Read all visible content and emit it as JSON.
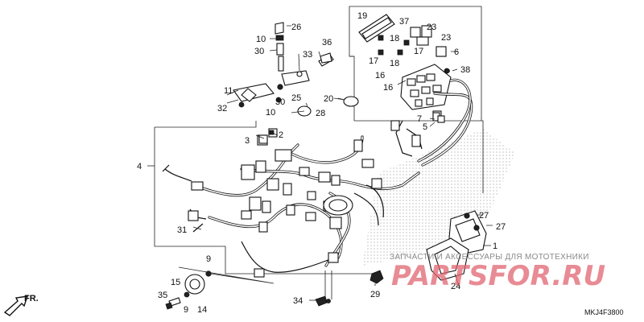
{
  "diagram": {
    "callouts": [
      {
        "id": "1",
        "text": "1"
      },
      {
        "id": "2",
        "text": "2"
      },
      {
        "id": "3",
        "text": "3"
      },
      {
        "id": "4",
        "text": "4"
      },
      {
        "id": "5",
        "text": "5"
      },
      {
        "id": "6",
        "text": "6"
      },
      {
        "id": "7",
        "text": "7"
      },
      {
        "id": "9a",
        "text": "9"
      },
      {
        "id": "9b",
        "text": "9"
      },
      {
        "id": "10a",
        "text": "10"
      },
      {
        "id": "10b",
        "text": "10"
      },
      {
        "id": "11",
        "text": "11"
      },
      {
        "id": "14",
        "text": "14"
      },
      {
        "id": "15",
        "text": "15"
      },
      {
        "id": "16a",
        "text": "16"
      },
      {
        "id": "16b",
        "text": "16"
      },
      {
        "id": "17a",
        "text": "17"
      },
      {
        "id": "17b",
        "text": "17"
      },
      {
        "id": "18a",
        "text": "18"
      },
      {
        "id": "18b",
        "text": "18"
      },
      {
        "id": "19",
        "text": "19"
      },
      {
        "id": "20",
        "text": "20"
      },
      {
        "id": "23a",
        "text": "23"
      },
      {
        "id": "23b",
        "text": "23"
      },
      {
        "id": "24",
        "text": "24"
      },
      {
        "id": "25",
        "text": "25"
      },
      {
        "id": "26",
        "text": "26"
      },
      {
        "id": "27a",
        "text": "27"
      },
      {
        "id": "27b",
        "text": "27"
      },
      {
        "id": "28",
        "text": "28"
      },
      {
        "id": "29",
        "text": "29"
      },
      {
        "id": "30a",
        "text": "30"
      },
      {
        "id": "30b",
        "text": "30"
      },
      {
        "id": "31",
        "text": "31"
      },
      {
        "id": "32",
        "text": "32"
      },
      {
        "id": "33",
        "text": "33"
      },
      {
        "id": "34",
        "text": "34"
      },
      {
        "id": "35",
        "text": "35"
      },
      {
        "id": "36",
        "text": "36"
      },
      {
        "id": "37",
        "text": "37"
      },
      {
        "id": "38",
        "text": "38"
      }
    ],
    "front_indicator": "FR.",
    "diagram_code": "MKJ4F3800",
    "watermark_text": "ЗАПЧАСТИ И АКСЕССУАРЫ ДЛЯ МОТОТЕХНИКИ",
    "watermark_logo": "PARTSFOR.RU"
  }
}
